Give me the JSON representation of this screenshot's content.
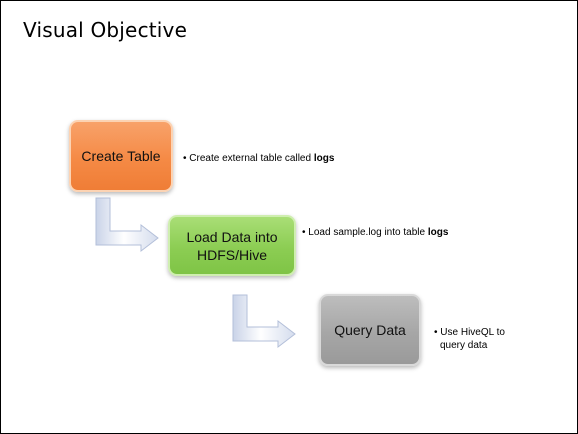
{
  "slide": {
    "title": "Visual Objective"
  },
  "steps": [
    {
      "label": "Create Table",
      "color": "#f58a45"
    },
    {
      "label": "Load Data into HDFS/Hive",
      "line1": "Load Data into",
      "line2": "HDFS/Hive",
      "color": "#8ccd53"
    },
    {
      "label": "Query Data",
      "color": "#a6a6a6"
    }
  ],
  "notes": [
    {
      "bullet": "•",
      "text": "Create external table called ",
      "bold": "logs"
    },
    {
      "bullet": "•",
      "text": "Load sample.log into table ",
      "bold": "logs"
    },
    {
      "bullet": "•",
      "line1": "Use HiveQL to",
      "line2": "query data"
    }
  ],
  "icons": {
    "connector": "bent-arrow-icon"
  }
}
